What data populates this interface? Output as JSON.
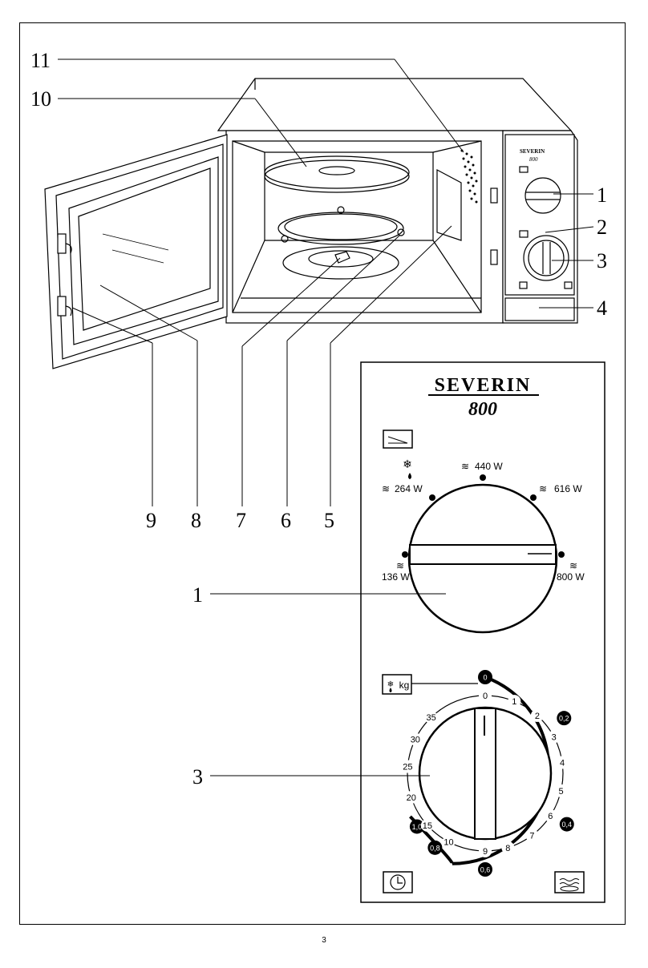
{
  "callouts_top": [
    "11",
    "10",
    "1",
    "2",
    "3",
    "4"
  ],
  "callouts_bottom": [
    "9",
    "8",
    "7",
    "6",
    "5"
  ],
  "panel": {
    "brand": "SEVERIN",
    "model": "800",
    "power_labels": [
      "264 W",
      "440 W",
      "616 W",
      "136 W",
      "800 W"
    ],
    "kg_label": "kg",
    "callout_power": "1",
    "callout_timer": "3"
  },
  "timer_minutes": [
    "0",
    "1",
    "2",
    "3",
    "4",
    "5",
    "6",
    "7",
    "8",
    "9",
    "10",
    "15",
    "20",
    "25",
    "30",
    "35"
  ],
  "defrost_kg": [
    "0",
    "0,2",
    "0,4",
    "0,6",
    "0,8",
    "1,0"
  ],
  "page_number": "3"
}
